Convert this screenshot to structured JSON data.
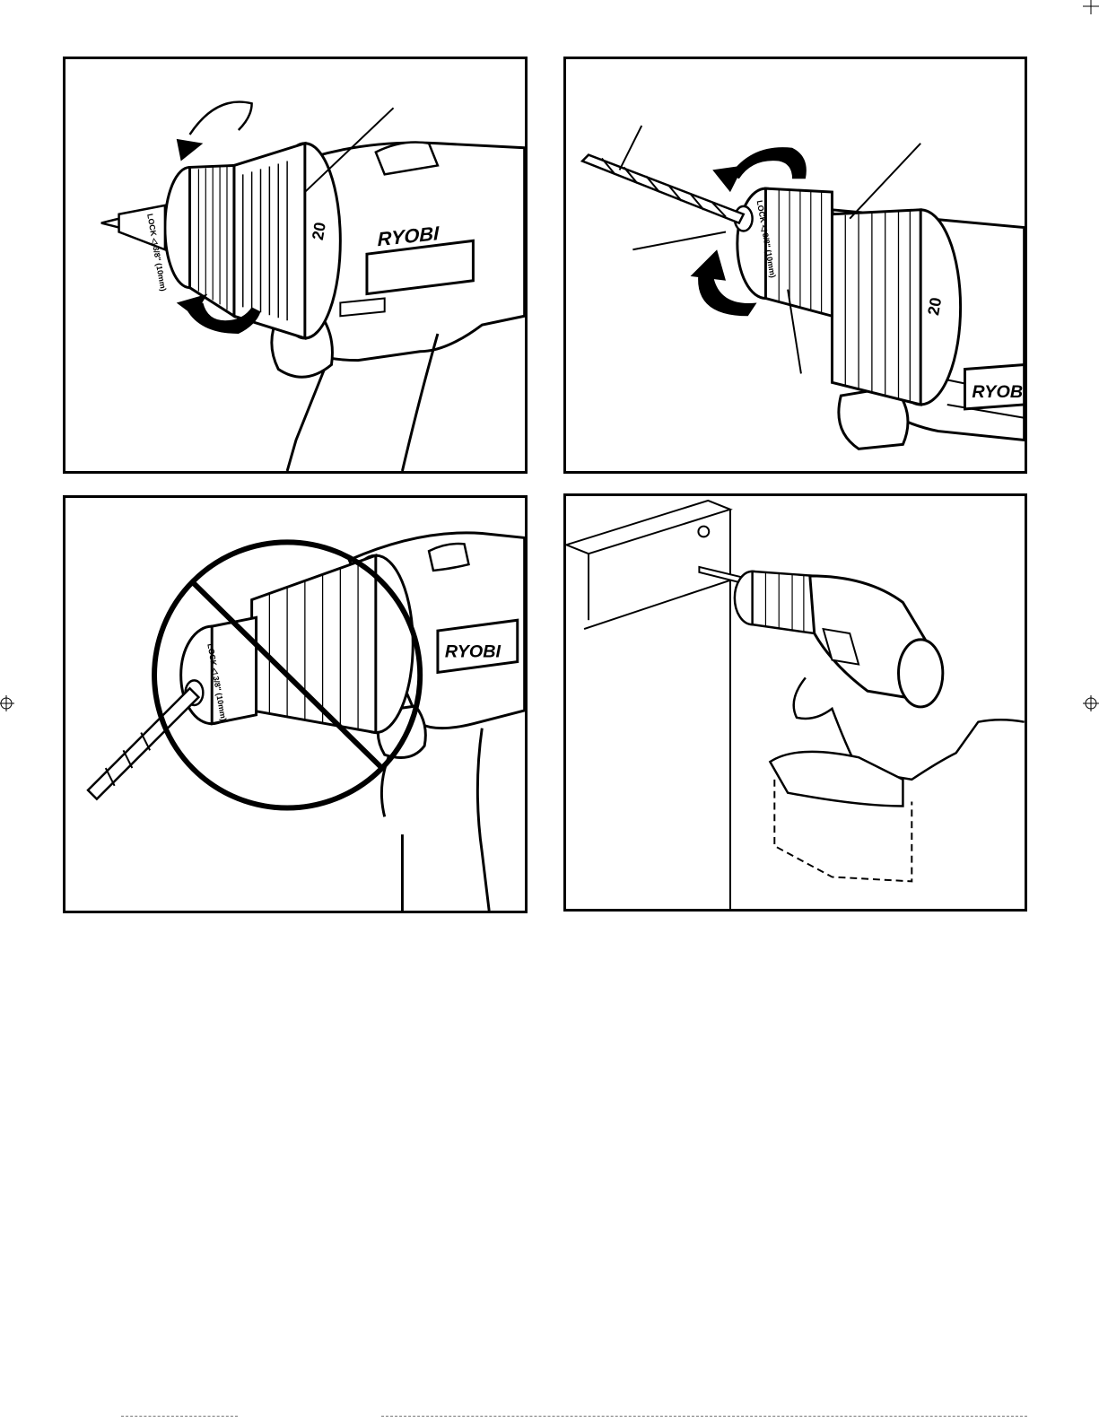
{
  "figures": [
    {
      "id": "fig-1",
      "brand": "RYOBI",
      "dial_number": "20",
      "chuck_marking": "LOCK ◁ 3/8\" (10mm)"
    },
    {
      "id": "fig-2",
      "brand": "RYOBI",
      "dial_number": "20",
      "chuck_marking": "LOCK ◁ 3/8\" (10mm)"
    },
    {
      "id": "fig-3",
      "brand": "RYOBI",
      "chuck_marking": "LOCK ◁ 3/8\" (10mm)"
    },
    {
      "id": "fig-4"
    }
  ],
  "icons": [
    "rotation-arrow-icon",
    "prohibition-sign-icon",
    "registration-mark-icon"
  ],
  "colors": {
    "ink": "#000000",
    "paper": "#ffffff"
  }
}
